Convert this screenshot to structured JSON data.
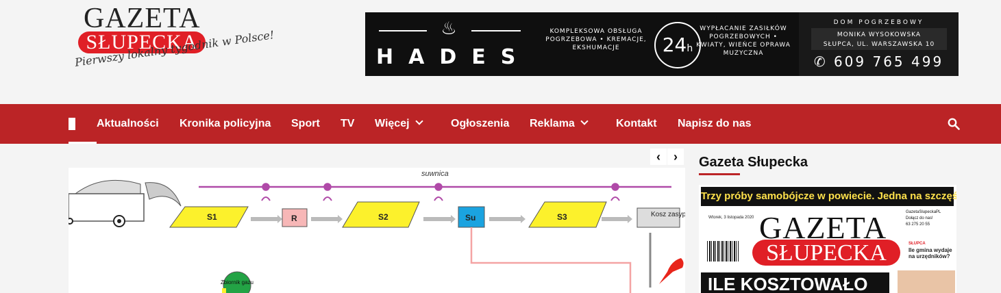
{
  "header": {
    "logo": {
      "line1": "GAZETA",
      "line2": "SŁUPECKA",
      "tagline": "Pierwszy lokalny tygodnik w Polsce!"
    },
    "banner": {
      "brand": "HADES",
      "services_left": "KOMPLEKSOWA OBSŁUGA POGRZEBOWA • KREMACJE, EKSHUMACJE",
      "hours": "24",
      "hours_suffix": "h",
      "services_right": "WYPŁACANIE ZASIŁKÓW POGRZEBOWYCH • KWIATY, WIEŃCE OPRAWA MUZYCZNA",
      "company_label": "DOM POGRZEBOWY",
      "owner": "MONIKA WYSOKOWSKA",
      "address": "SŁUPCA, UL. WARSZAWSKA 10",
      "phone": "609 765 499"
    }
  },
  "nav": {
    "items": [
      {
        "label": "Aktualności",
        "dropdown": false
      },
      {
        "label": "Kronika policyjna",
        "dropdown": false
      },
      {
        "label": "Sport",
        "dropdown": false
      },
      {
        "label": "TV",
        "dropdown": false
      },
      {
        "label": "Więcej",
        "dropdown": true
      },
      {
        "label": "Ogłoszenia",
        "dropdown": false
      },
      {
        "label": "Reklama",
        "dropdown": true
      },
      {
        "label": "Kontakt",
        "dropdown": false
      },
      {
        "label": "Napisz do nas",
        "dropdown": false
      }
    ],
    "accent": "#bb2426",
    "search_icon": "search-icon"
  },
  "slider": {
    "prev_icon": "chevron-left-icon",
    "next_icon": "chevron-right-icon",
    "diagram": {
      "crane_label": "suwnica",
      "stations": [
        "S1",
        "R",
        "S2",
        "Su",
        "S3",
        "Kosz zasypowy"
      ],
      "tank_label": "Zbiornik gazu"
    }
  },
  "sidebar": {
    "title": "Gazeta Słupecka",
    "cover": {
      "top_banner": "Trzy próby samobójcze w powiecie. Jedna na szczęście nieskuteczna",
      "masthead1": "GAZETA",
      "masthead2": "SŁUPECKA",
      "headline": "ILE KOSZTOWAŁO",
      "side_teaser_place": "SŁUPCA",
      "side_teaser": "Ile gmina wydaje na urzędników?",
      "social": [
        "GazetaSlupeckaPL",
        "Dołącz do nas!",
        "63 275 20 55"
      ],
      "date": "Wtorek, 3 listopada 2020"
    }
  }
}
